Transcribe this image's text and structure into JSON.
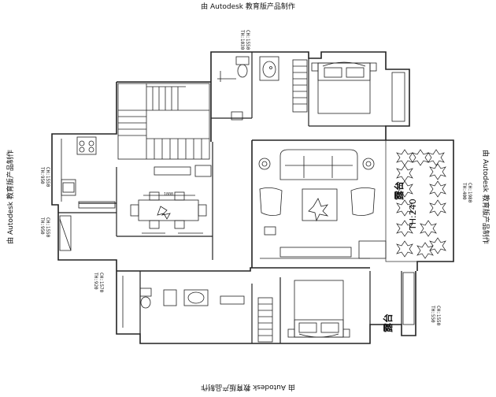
{
  "watermark": "由 Autodesk 教育版产品制作",
  "dims": {
    "bath_top_ch": "CH:1550",
    "bath_top_th": "TH:1030",
    "kitchen_ch": "CH:1550",
    "kitchen_th": "TH:950",
    "laundry_ch": "CH:1550",
    "laundry_th": "TH:950",
    "bath_bottom_ch": "CH:1570",
    "bath_bottom_th": "TH:920",
    "terrace_ch": "CH:1980",
    "terrace_th": "TH:400",
    "balcony_ch": "CH:1550",
    "balcony_th": "TH:550",
    "dining_width": "1808"
  },
  "labels": {
    "terrace_top": "露台",
    "terrace_th_big": "TH:240",
    "terrace_bottom": "露台"
  }
}
